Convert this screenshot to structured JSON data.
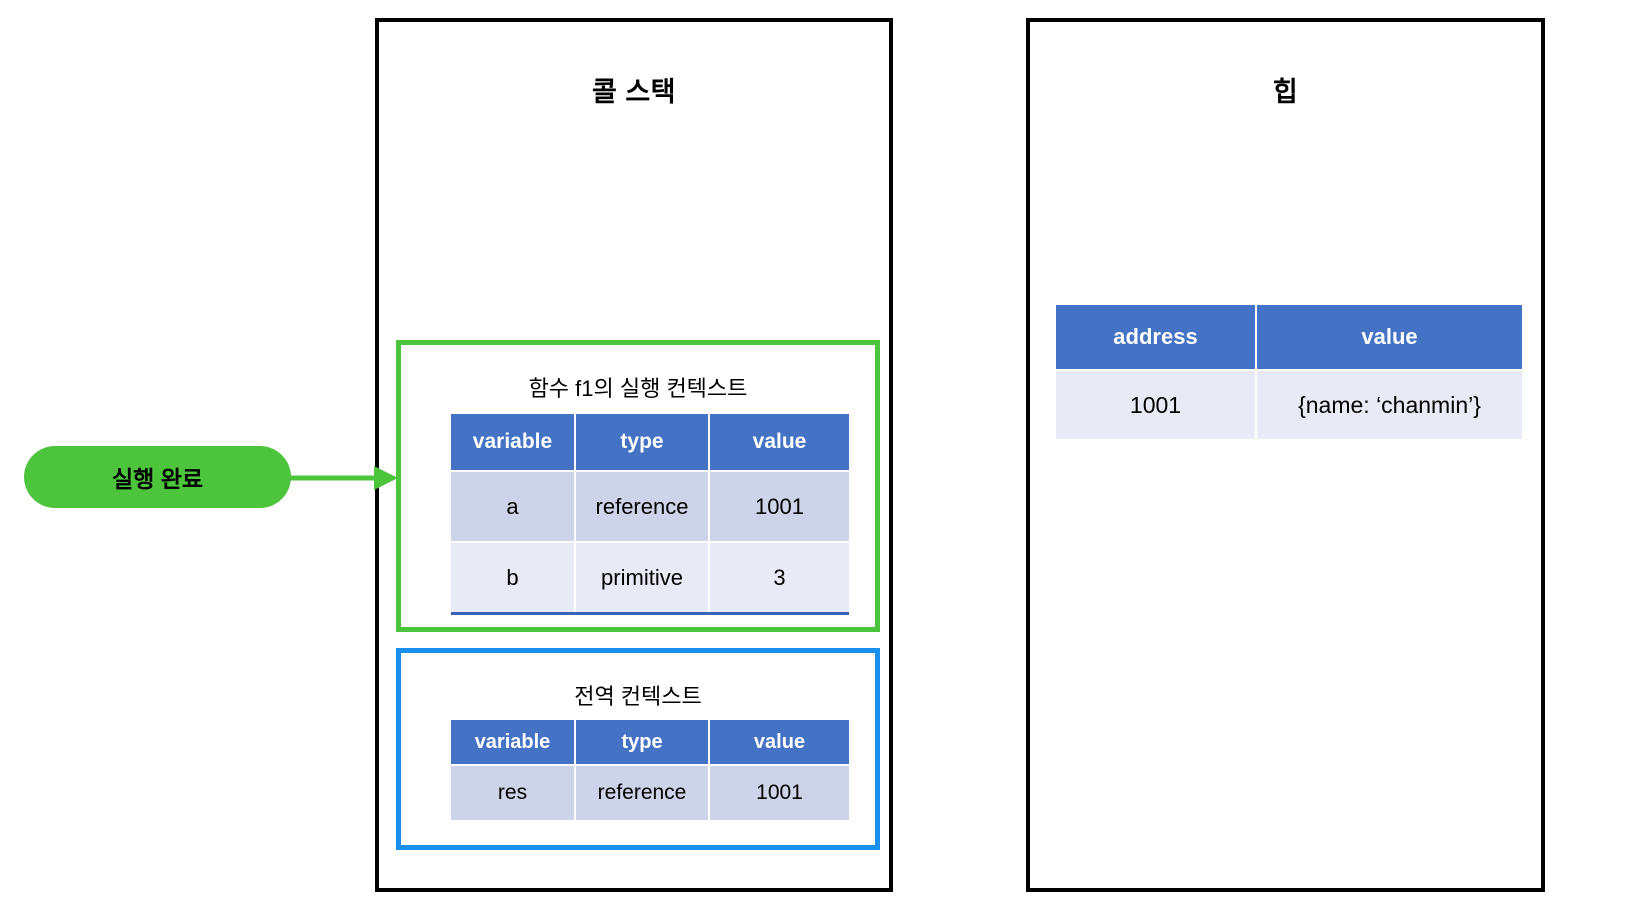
{
  "diagram": {
    "panels": {
      "call_stack": {
        "title": "콜 스택"
      },
      "heap": {
        "title": "힙"
      }
    },
    "callout": {
      "label": "실행 완료",
      "color": "#4CC43C"
    },
    "contexts": [
      {
        "id": "f1",
        "title": "함수 f1의 실행 컨텍스트",
        "border_color": "#4CC43C",
        "columns": [
          "variable",
          "type",
          "value"
        ],
        "rows": [
          [
            "a",
            "reference",
            "1001"
          ],
          [
            "b",
            "primitive",
            "3"
          ]
        ]
      },
      {
        "id": "global",
        "title": "전역 컨텍스트",
        "border_color": "#1A90EE",
        "columns": [
          "variable",
          "type",
          "value"
        ],
        "rows": [
          [
            "res",
            "reference",
            "1001"
          ]
        ]
      }
    ],
    "heap_table": {
      "columns": [
        "address",
        "value"
      ],
      "rows": [
        [
          "1001",
          "{name: ‘chanmin’}"
        ]
      ]
    },
    "colors": {
      "header_blue": "#4472C4",
      "row_dark": "#CDD3E8",
      "row_light": "#E8EBF5",
      "green": "#4CC43C",
      "blue": "#1A90EE",
      "outline": "#000000"
    }
  }
}
